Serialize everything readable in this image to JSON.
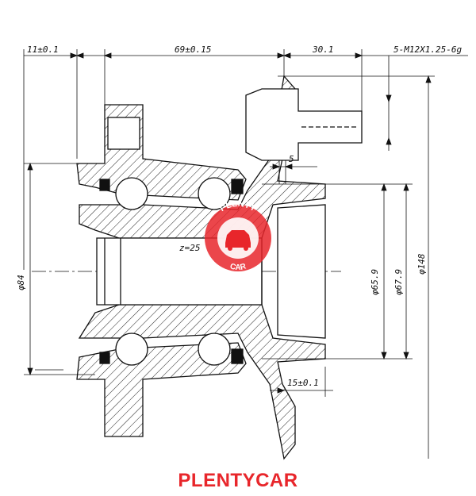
{
  "dimensions": {
    "flange_offset": "11±0.1",
    "hub_length": "69±0.15",
    "bolt_length": "30.1",
    "bolt_thread": "5-M12X1.25-6g",
    "step_width": "5",
    "teeth": "z=25",
    "inner_diameter": "φ84",
    "bore_diameter": "φ65.9",
    "pilot_diameter": "φ67.9",
    "pcd_diameter": "φ148",
    "pilot_depth": "15±0.1"
  },
  "watermark": {
    "top_text": "PLENTY",
    "bottom_text": "CAR",
    "color": "#e8262b"
  },
  "footer": {
    "brand": "PLENTYCAR",
    "color": "#e8262b"
  }
}
